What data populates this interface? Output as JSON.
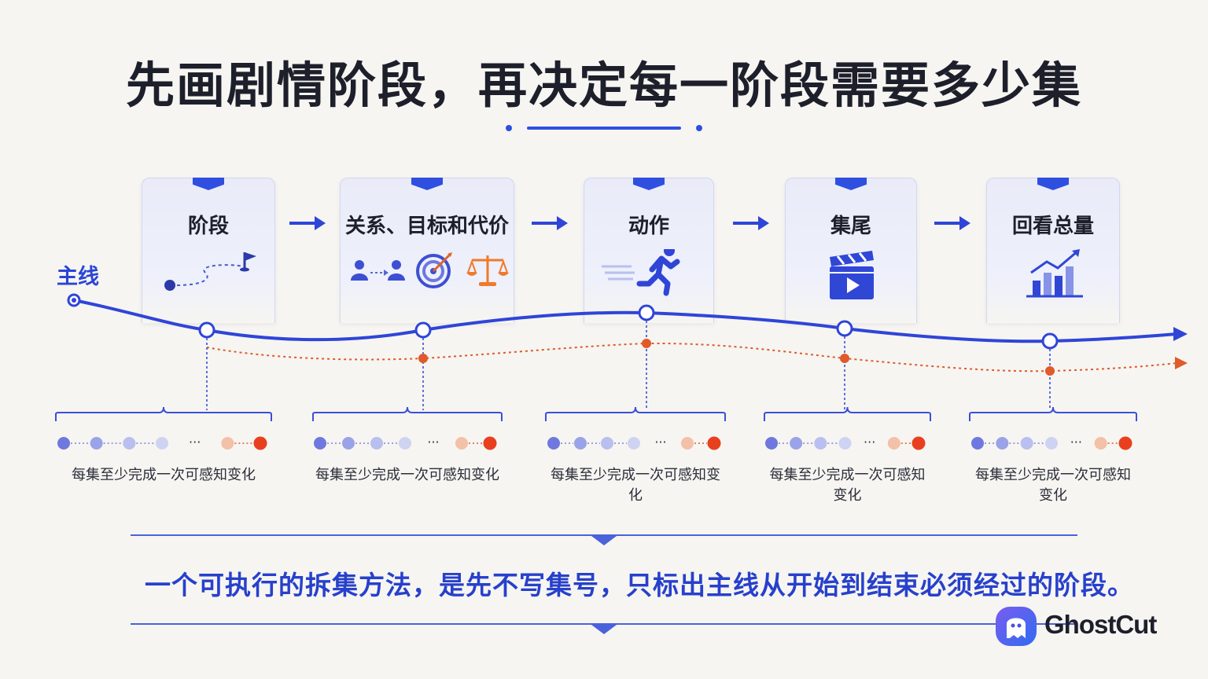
{
  "title": "先画剧情阶段，再决定每一阶段需要多少集",
  "mainline_label": "主线",
  "stages": [
    {
      "label": "阶段",
      "icon": "path-to-flag-icon"
    },
    {
      "label": "关系、目标和代价",
      "icon": "people-target-scale-icon"
    },
    {
      "label": "动作",
      "icon": "running-person-icon"
    },
    {
      "label": "集尾",
      "icon": "clapperboard-icon"
    },
    {
      "label": "回看总量",
      "icon": "growth-chart-icon"
    }
  ],
  "episode_note": "每集至少完成一次可感知变化",
  "ellipsis": "···",
  "conclusion": "一个可执行的拆集方法，是先不写集号，只标出主线从开始到结束必须经过的阶段。",
  "logo_text": "GhostCut",
  "colors": {
    "mainline": "#2f45d8",
    "secondary_line": "#e05a2a",
    "accent_blue": "#2f4fe0",
    "accent_orange": "#f07a2a"
  }
}
